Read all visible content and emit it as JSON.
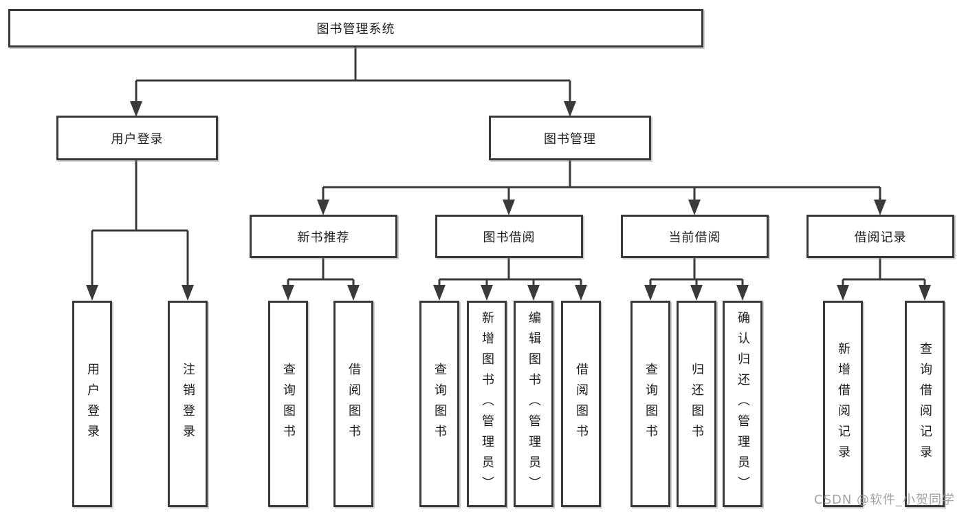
{
  "diagram": {
    "type": "tree",
    "title_node": "图书管理系统",
    "hierarchy": {
      "图书管理系统": [
        "用户登录",
        "图书管理"
      ],
      "用户登录": [
        "用户登录",
        "注销登录"
      ],
      "图书管理": [
        "新书推荐",
        "图书借阅",
        "当前借阅",
        "借阅记录"
      ],
      "新书推荐": [
        "查询图书",
        "借阅图书"
      ],
      "图书借阅": [
        "查询图书",
        "新增图书（管理员）",
        "编辑图书（管理员）",
        "借阅图书"
      ],
      "当前借阅": [
        "查询图书",
        "归还图书",
        "确认归还（管理员）"
      ],
      "借阅记录": [
        "新增借阅记录",
        "查询借阅记录"
      ]
    }
  },
  "nodes": {
    "root": "图书管理系统",
    "user_login": "用户登录",
    "book_mgmt": "图书管理",
    "ul_login": "用户登录",
    "ul_logout": "注销登录",
    "new_book_rec": "新书推荐",
    "book_borrow": "图书借阅",
    "current_borrow": "当前借阅",
    "borrow_record": "借阅记录",
    "nb_query": "查询图书",
    "nb_borrow": "借阅图书",
    "bb_query": "查询图书",
    "bb_add": "新增图书（管理员）",
    "bb_edit": "编辑图书（管理员）",
    "bb_borrow": "借阅图书",
    "cb_query": "查询图书",
    "cb_return": "归还图书",
    "cb_confirm": "确认归还（管理员）",
    "br_add": "新增借阅记录",
    "br_query": "查询借阅记录"
  },
  "watermark": "CSDN @软件_小贺同学",
  "colors": {
    "line": "#3a3a3a",
    "box_border": "#3a3a3a",
    "box_fill": "#ffffff",
    "text": "#1c1c1c",
    "watermark": "#989898",
    "background": "#ffffff"
  }
}
